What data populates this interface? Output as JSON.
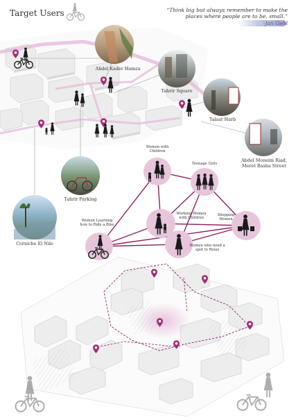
{
  "header": {
    "title": "Target Users",
    "quote": "“Think big but always remember to make the places where people are to be, small.”",
    "quote_author": "-Jan Gehl"
  },
  "places": [
    {
      "id": "abdel-kader",
      "label": "Abdel Kader Hamza"
    },
    {
      "id": "tahrir-square",
      "label": "Tahrir Square"
    },
    {
      "id": "talaat-harb",
      "label": "Talaat Harb"
    },
    {
      "id": "abdel-moneim",
      "label": "Abdel Moneim Riad, Meret Basha Street"
    },
    {
      "id": "tahrir-parking",
      "label": "Tahrir Parking"
    },
    {
      "id": "corniche",
      "label": "Corniche El Nile"
    }
  ],
  "user_groups": [
    {
      "id": "women-children",
      "label": "Women with Children"
    },
    {
      "id": "teenage-girls",
      "label": "Teenage Girls"
    },
    {
      "id": "working-women",
      "label": "Working Women with Children"
    },
    {
      "id": "shopping-women",
      "label": "Shopping Women"
    },
    {
      "id": "learning-bike",
      "label": "Women Learning how to Ride a Bike"
    },
    {
      "id": "relax",
      "label": "Women who need a spot to Relax"
    }
  ],
  "colors": {
    "accent": "#8b2060",
    "node_fill": "#e7c6dc",
    "route": "#e6bedc",
    "line": "#999999",
    "silhouette": "#1a1a1a"
  },
  "icons": [
    "map-pin-icon",
    "woman-silhouette-icon",
    "woman-with-bike-icon",
    "bicycle-icon",
    "woman-with-stroller-icon"
  ]
}
